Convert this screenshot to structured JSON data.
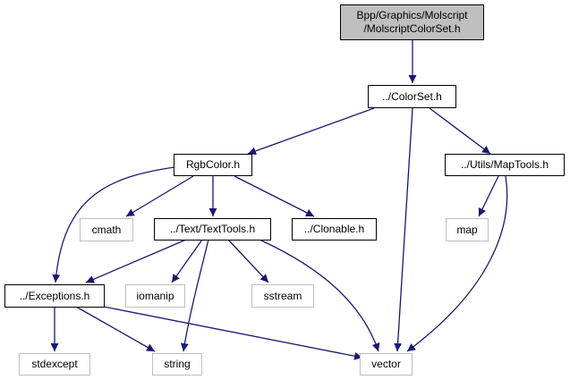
{
  "graph": {
    "edge_color": "#191970",
    "root": {
      "line1": "Bpp/Graphics/Molscript",
      "line2": "/MolscriptColorSet.h",
      "fill": "#bfbfbf"
    },
    "nodes": {
      "colorset": "../ColorSet.h",
      "rgbcolor": "RgbColor.h",
      "maptools": "../Utils/MapTools.h",
      "cmath": "cmath",
      "texttools": "../Text/TextTools.h",
      "clonable": "../Clonable.h",
      "map": "map",
      "exceptions": "../Exceptions.h",
      "iomanip": "iomanip",
      "sstream": "sstream",
      "stdexcept": "stdexcept",
      "string": "string",
      "vector": "vector"
    },
    "edges": [
      [
        "root",
        "colorset"
      ],
      [
        "colorset",
        "rgbcolor"
      ],
      [
        "colorset",
        "maptools"
      ],
      [
        "colorset",
        "vector"
      ],
      [
        "rgbcolor",
        "exceptions"
      ],
      [
        "rgbcolor",
        "cmath"
      ],
      [
        "rgbcolor",
        "texttools"
      ],
      [
        "rgbcolor",
        "clonable"
      ],
      [
        "maptools",
        "map"
      ],
      [
        "maptools",
        "vector"
      ],
      [
        "texttools",
        "exceptions"
      ],
      [
        "texttools",
        "iomanip"
      ],
      [
        "texttools",
        "sstream"
      ],
      [
        "texttools",
        "string"
      ],
      [
        "texttools",
        "vector"
      ],
      [
        "exceptions",
        "stdexcept"
      ],
      [
        "exceptions",
        "string"
      ],
      [
        "exceptions",
        "vector"
      ]
    ]
  }
}
